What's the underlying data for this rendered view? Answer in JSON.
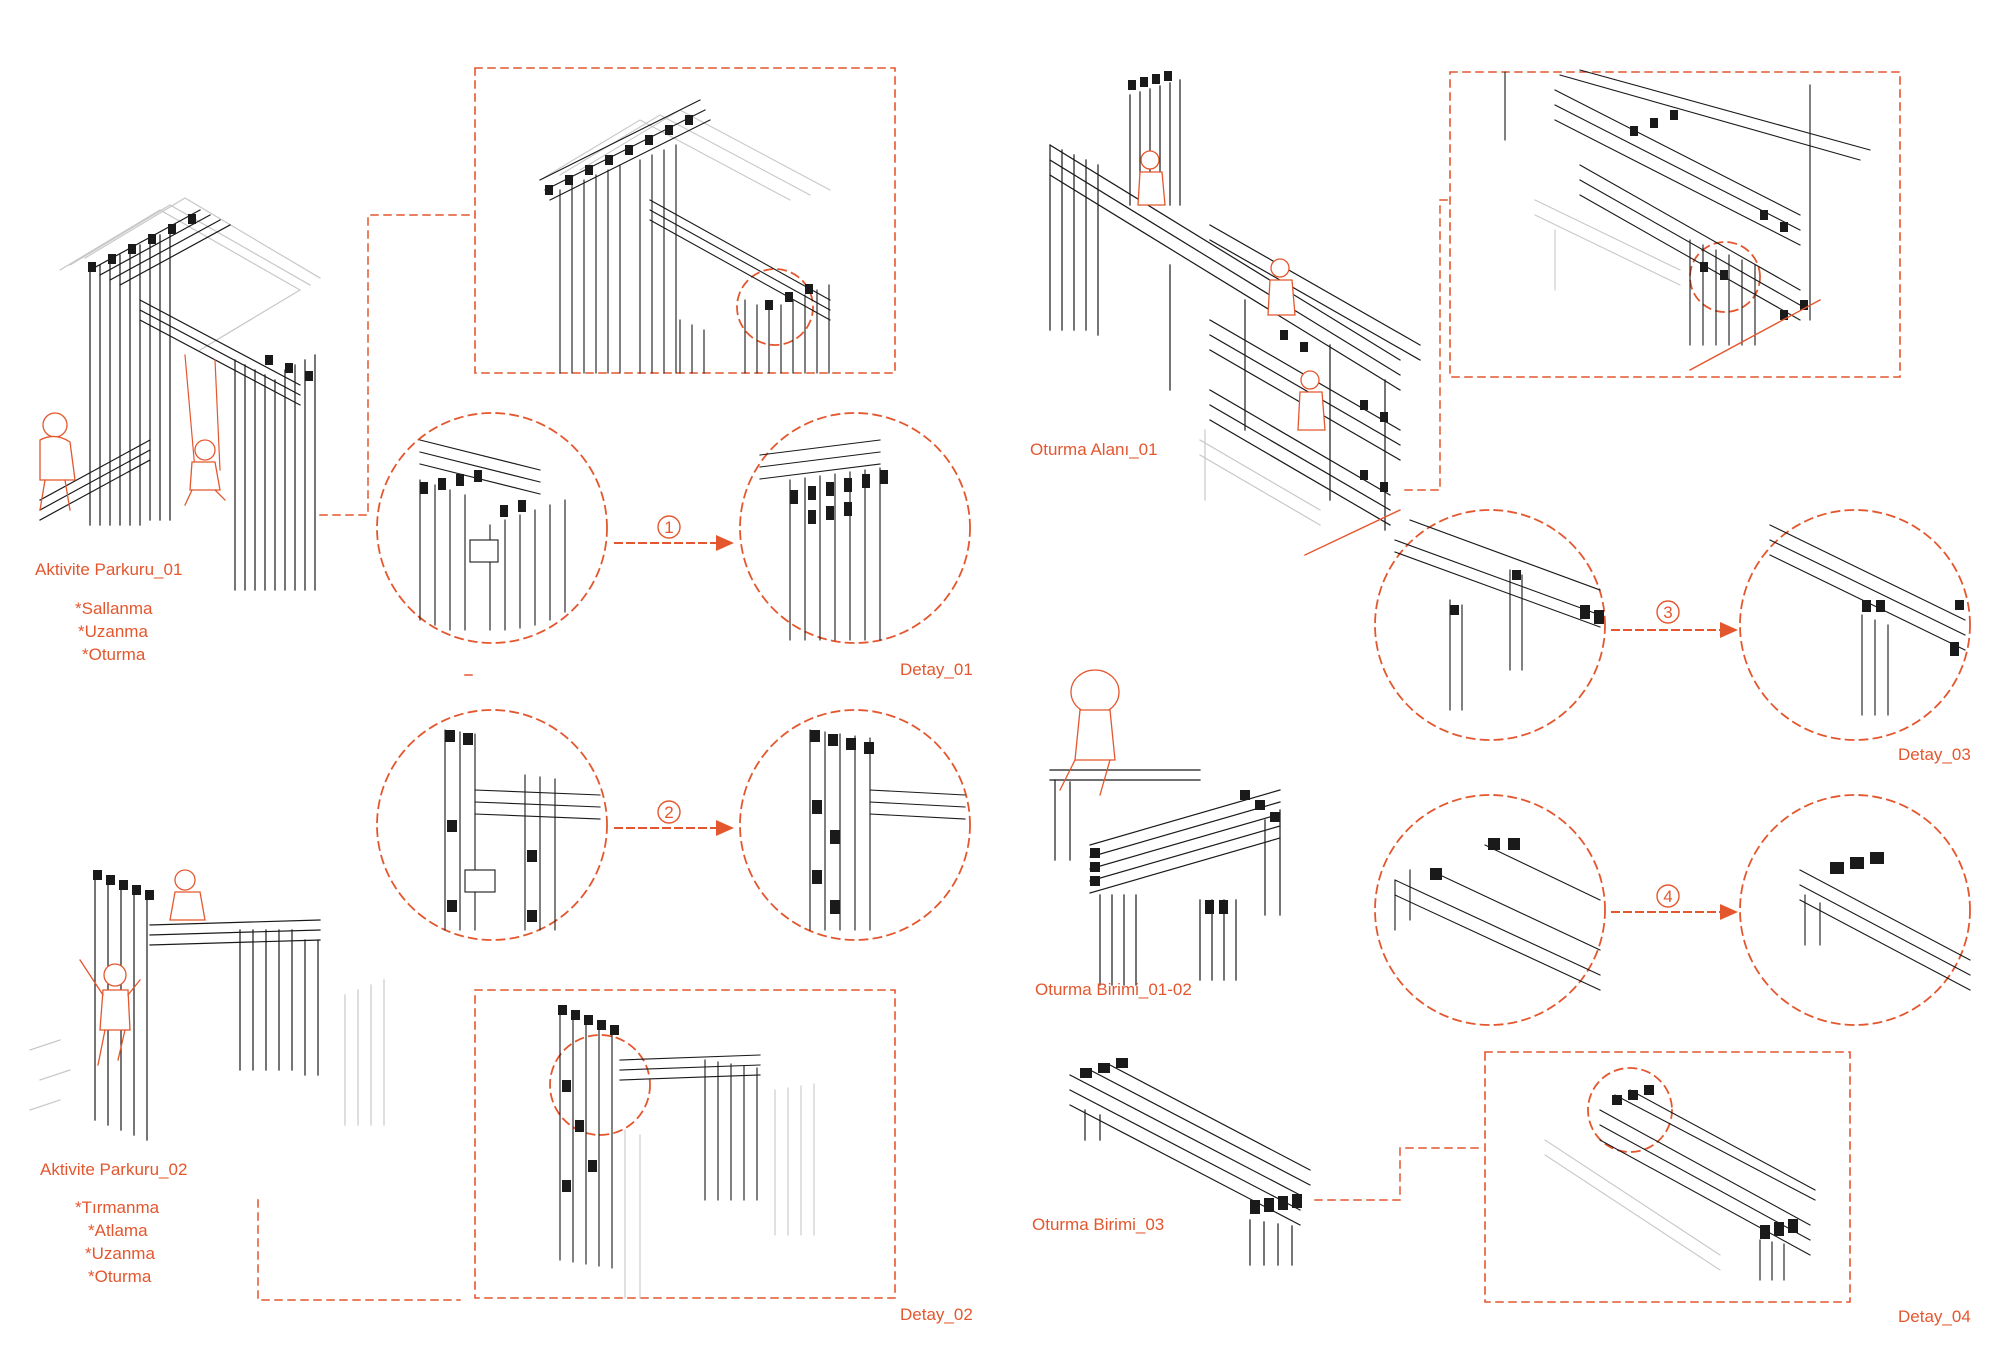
{
  "colors": {
    "accent": "#e4572e",
    "ink": "#1a1a1a",
    "ghost": "#c8c8c8",
    "paper": "#ffffff"
  },
  "labels": {
    "aktivite_parkuru_01": "Aktivite Parkuru_01",
    "activities_01": [
      "*Sallanma",
      "*Uzanma",
      "*Oturma"
    ],
    "aktivite_parkuru_02": "Aktivite Parkuru_02",
    "activities_02": [
      "*Tırmanma",
      "*Atlama",
      "*Uzanma",
      "*Oturma"
    ],
    "oturma_alani_01": "Oturma Alanı_01",
    "oturma_birimi_01_02": "Oturma Birimi_01-02",
    "oturma_birimi_03": "Oturma Birimi_03",
    "detay_01": "Detay_01",
    "detay_02": "Detay_02",
    "detay_03": "Detay_03",
    "detay_04": "Detay_04"
  },
  "steps": [
    "1",
    "2",
    "3",
    "4"
  ]
}
